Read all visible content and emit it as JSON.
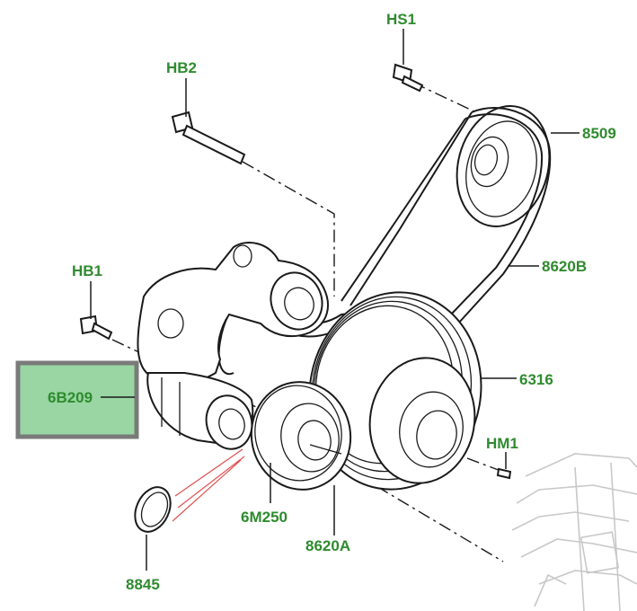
{
  "diagram": {
    "parts": {
      "hs1": "HS1",
      "hb2": "HB2",
      "p8509": "8509",
      "p8620b": "8620B",
      "hb1": "HB1",
      "p6b209": "6B209",
      "p6316": "6316",
      "hm1": "HM1",
      "p6m250": "6M250",
      "p8620a": "8620A",
      "p8845": "8845"
    },
    "highlighted_part": "6B209",
    "colors": {
      "label_text": "#2e8b2e",
      "highlight_fill": "#99d6a3",
      "highlight_border": "#7a7a7a",
      "line": "#1a1a1a"
    }
  }
}
